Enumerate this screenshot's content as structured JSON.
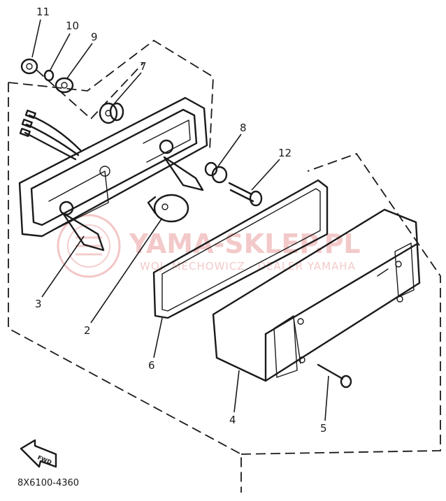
{
  "diagram": {
    "part_code": "8X6100-4360",
    "direction_label": "FWD",
    "watermark": {
      "brand": "YAMA-SKLEP.PL",
      "subtitle": "WOJ. MECHOWICZ - DEALER YAMAHA"
    },
    "callouts": [
      {
        "id": "11",
        "label": "11"
      },
      {
        "id": "10",
        "label": "10"
      },
      {
        "id": "9",
        "label": "9"
      },
      {
        "id": "7",
        "label": "7"
      },
      {
        "id": "8",
        "label": "8"
      },
      {
        "id": "12",
        "label": "12"
      },
      {
        "id": "3",
        "label": "3"
      },
      {
        "id": "2",
        "label": "2"
      },
      {
        "id": "6",
        "label": "6"
      },
      {
        "id": "4",
        "label": "4"
      },
      {
        "id": "5",
        "label": "5"
      }
    ]
  }
}
